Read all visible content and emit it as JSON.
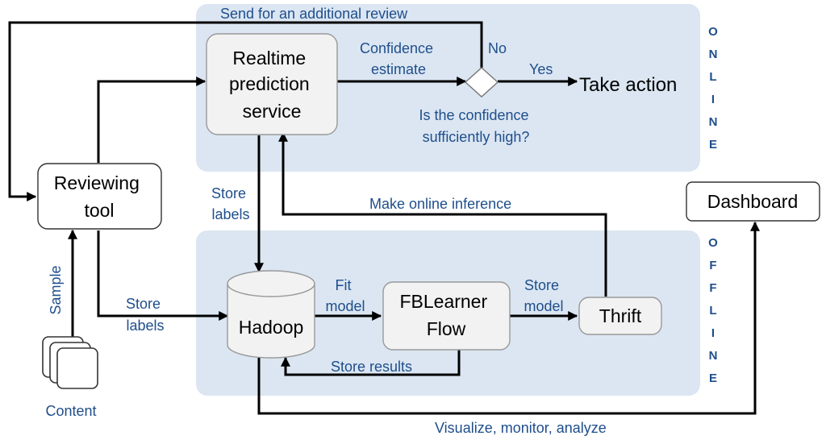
{
  "zones": {
    "online_letters": [
      "O",
      "N",
      "L",
      "I",
      "N",
      "E"
    ],
    "offline_letters": [
      "O",
      "F",
      "F",
      "L",
      "I",
      "N",
      "E"
    ]
  },
  "nodes": {
    "realtime": [
      "Realtime",
      "prediction",
      "service"
    ],
    "reviewing": [
      "Reviewing",
      "tool"
    ],
    "hadoop": "Hadoop",
    "fblearner": [
      "FBLearner",
      "Flow"
    ],
    "thrift": "Thrift",
    "dashboard": "Dashboard",
    "take_action": "Take action",
    "content": "Content"
  },
  "labels": {
    "send_review": "Send for an additional review",
    "confidence_estimate": [
      "Confidence",
      "estimate"
    ],
    "no": "No",
    "yes": "Yes",
    "confidence_question": [
      "Is the confidence",
      "sufficiently high?"
    ],
    "store_labels_top": [
      "Store",
      "labels"
    ],
    "make_inference": "Make online inference",
    "sample": "Sample",
    "store_labels_left": [
      "Store",
      "labels"
    ],
    "fit_model": [
      "Fit",
      "model"
    ],
    "store_model": [
      "Store",
      "model"
    ],
    "store_results": "Store results",
    "visualize": "Visualize, monitor, analyze"
  },
  "colors": {
    "zone": "#dbe6f2",
    "label_blue": "#1f4e8c"
  }
}
